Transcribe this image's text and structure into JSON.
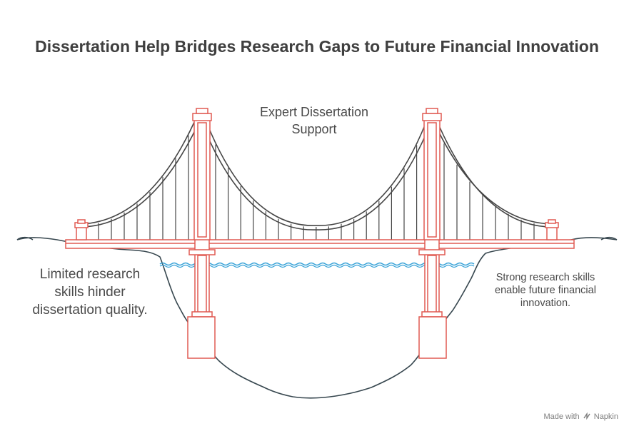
{
  "title": "Dissertation Help Bridges Research Gaps to Future Financial Innovation",
  "labels": {
    "top": [
      "Expert Dissertation",
      "Support"
    ],
    "left": [
      "Limited research",
      "skills hinder",
      "dissertation quality."
    ],
    "right": [
      "Strong research skills",
      "enable future financial",
      "innovation."
    ]
  },
  "watermark": {
    "prefix": "Made with",
    "brand": "Napkin",
    "icon": "napkin-logo-icon"
  },
  "colors": {
    "bridge": "#e05a52",
    "cable": "#454545",
    "water": "#3aa3d8",
    "ground": "#37474f",
    "text": "#4a4a4a"
  }
}
